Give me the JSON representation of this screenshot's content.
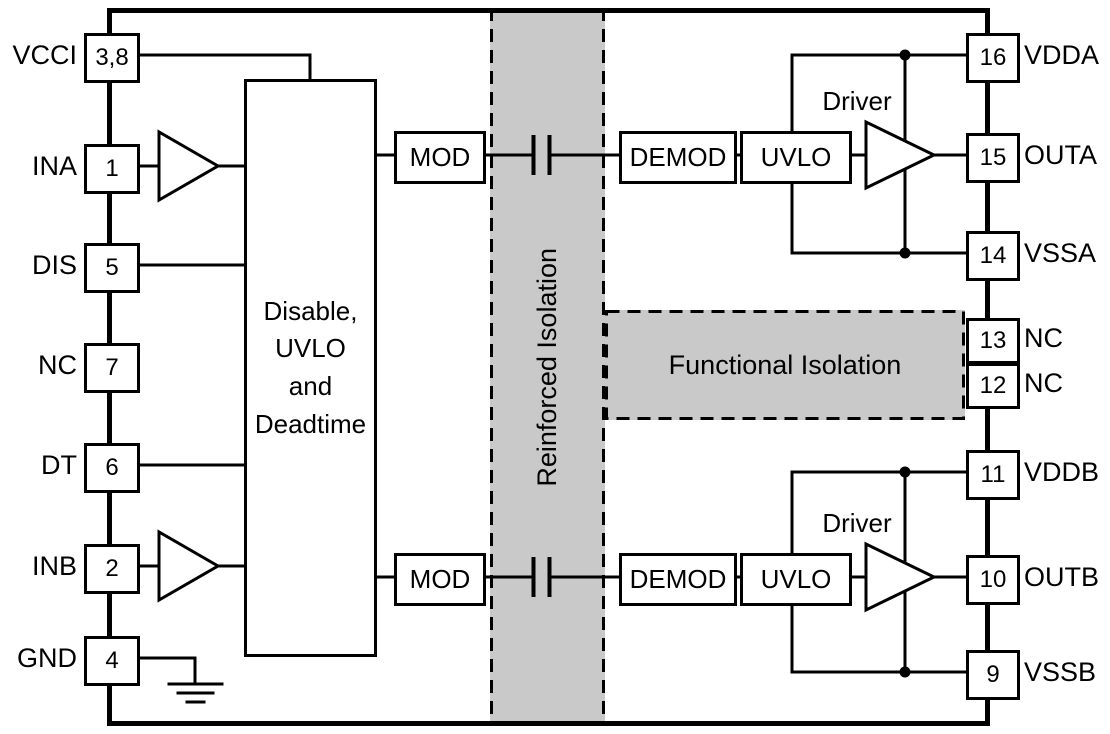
{
  "left_pins": [
    {
      "label": "VCCI",
      "number": "3,8"
    },
    {
      "label": "INA",
      "number": "1"
    },
    {
      "label": "DIS",
      "number": "5"
    },
    {
      "label": "NC",
      "number": "7"
    },
    {
      "label": "DT",
      "number": "6"
    },
    {
      "label": "INB",
      "number": "2"
    },
    {
      "label": "GND",
      "number": "4"
    }
  ],
  "right_pins": [
    {
      "number": "16",
      "label": "VDDA"
    },
    {
      "number": "15",
      "label": "OUTA"
    },
    {
      "number": "14",
      "label": "VSSA"
    },
    {
      "number": "13",
      "label": "NC"
    },
    {
      "number": "12",
      "label": "NC"
    },
    {
      "number": "11",
      "label": "VDDB"
    },
    {
      "number": "10",
      "label": "OUTB"
    },
    {
      "number": "9",
      "label": "VSSB"
    }
  ],
  "blocks": {
    "control": "Disable,\nUVLO\nand\nDeadtime",
    "mod": "MOD",
    "demod": "DEMOD",
    "uvlo": "UVLO",
    "driver": "Driver"
  },
  "bands": {
    "reinforced": "Reinforced Isolation",
    "functional": "Functional Isolation"
  },
  "colors": {
    "band_fill": "#c9c9c9",
    "line": "#000000",
    "background": "#ffffff"
  },
  "icons": {
    "capacitor": "isolation-capacitor-icon",
    "ground": "ground-symbol-icon",
    "buffer": "input-buffer-triangle-icon",
    "driver": "driver-triangle-icon"
  }
}
